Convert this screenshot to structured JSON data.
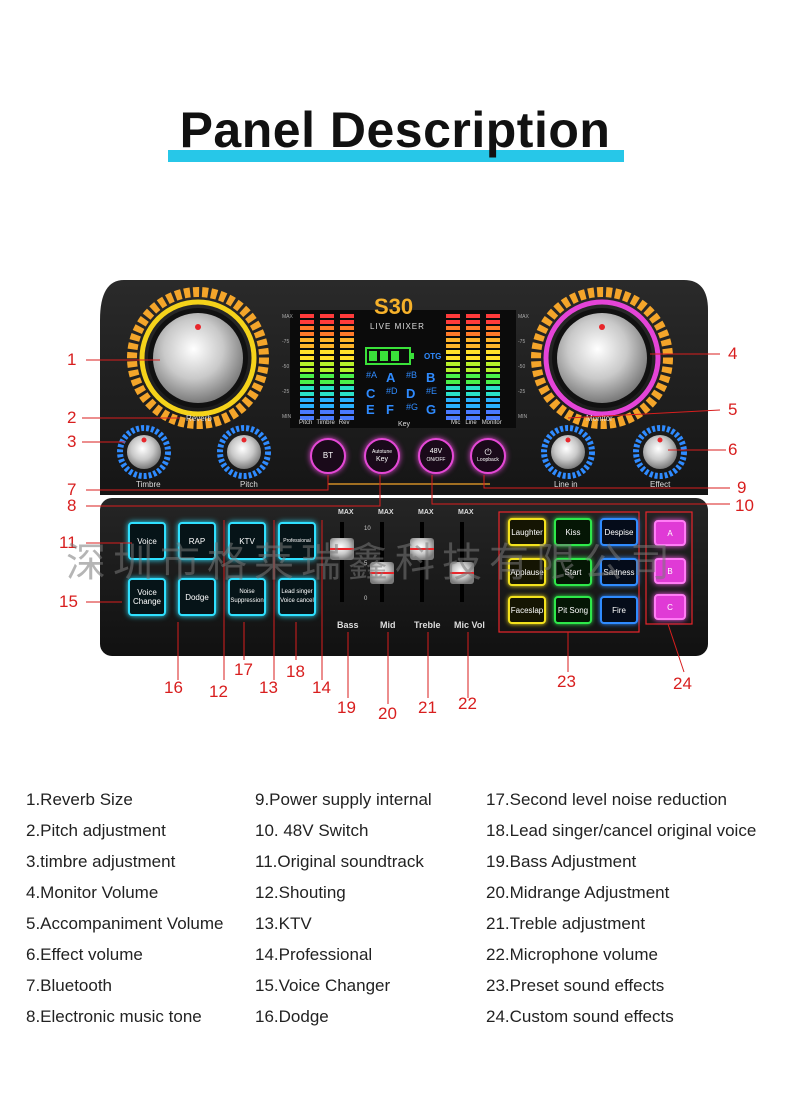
{
  "title": "Panel Description",
  "device": {
    "model": "S30",
    "subtitle": "LIVE MIXER",
    "otg": "OTG",
    "meter_scale_left": [
      "MAX",
      "-75",
      "-50",
      "-25",
      "MIN"
    ],
    "meter_scale_right": [
      "MAX",
      "-75",
      "-50",
      "-25",
      "MIN"
    ],
    "meter_labels_left": [
      "Pitch",
      "Timbre",
      "Rev"
    ],
    "meter_labels_right": [
      "Mic",
      "Line",
      "Monitor"
    ],
    "key_label": "Key",
    "keys": [
      "#A",
      "A",
      "#B",
      "B",
      "C",
      "#D",
      "D",
      "#E",
      "E",
      "F",
      "#G",
      "G"
    ],
    "knobs": {
      "reverb": "Reverb",
      "monitor": "Monitor",
      "timbre": "Timbre",
      "pitch": "Pitch",
      "line_in": "Line in",
      "effect": "Effect"
    },
    "round_buttons": {
      "bt": "BT",
      "autotune_a": "Autotune",
      "autotune_b": "Key",
      "v48_a": "48V",
      "v48_b": "ON/OFF",
      "loopback": "Loopback"
    },
    "mode_buttons": {
      "voice": "Voice",
      "rap": "RAP",
      "ktv": "KTV",
      "professional": "Professional",
      "voice_change_a": "Voice",
      "voice_change_b": "Change",
      "dodge": "Dodge",
      "noise_a": "Noise",
      "noise_b": "Suppression",
      "lead_a": "Lead singer",
      "lead_b": "Voice cancel"
    },
    "faders": {
      "max_label": "MAX",
      "scale": [
        "10",
        "5",
        "0"
      ],
      "bass": "Bass",
      "mid": "Mid",
      "treble": "Treble",
      "mic_vol": "Mic Vol"
    },
    "effect_pads": [
      "Laughter",
      "Kiss",
      "Despise",
      "Applause",
      "Start",
      "Sadness",
      "Faceslap",
      "Pit Song",
      "Fire"
    ],
    "custom_pads": [
      "A",
      "B",
      "C"
    ]
  },
  "callouts": [
    "1",
    "2",
    "3",
    "4",
    "5",
    "6",
    "7",
    "8",
    "9",
    "10",
    "11",
    "12",
    "13",
    "14",
    "15",
    "16",
    "17",
    "18",
    "19",
    "20",
    "21",
    "22",
    "23",
    "24"
  ],
  "watermark": "深圳市格莱瑞鑫科技有限公司",
  "descriptions": {
    "col1": [
      "1.Reverb Size",
      "2.Pitch adjustment",
      "3.timbre adjustment",
      "4.Monitor Volume",
      "5.Accompaniment Volume",
      "6.Effect volume",
      "7.Bluetooth",
      "8.Electronic music tone"
    ],
    "col2": [
      "9.Power supply internal",
      "10. 48V Switch",
      "11.Original soundtrack",
      "12.Shouting",
      "13.KTV",
      "14.Professional",
      "15.Voice Changer",
      "16.Dodge"
    ],
    "col3": [
      "17.Second level noise reduction",
      "18.Lead singer/cancel original voice",
      "19.Bass Adjustment",
      "20.Midrange Adjustment",
      "21.Treble adjustment",
      "22.Microphone volume",
      "23.Preset sound effects",
      "24.Custom sound effects"
    ]
  },
  "colors": {
    "accent_cyan": "#27c7e8",
    "callout_red": "#d81e1e",
    "pad_pink": "#e03ad6"
  }
}
